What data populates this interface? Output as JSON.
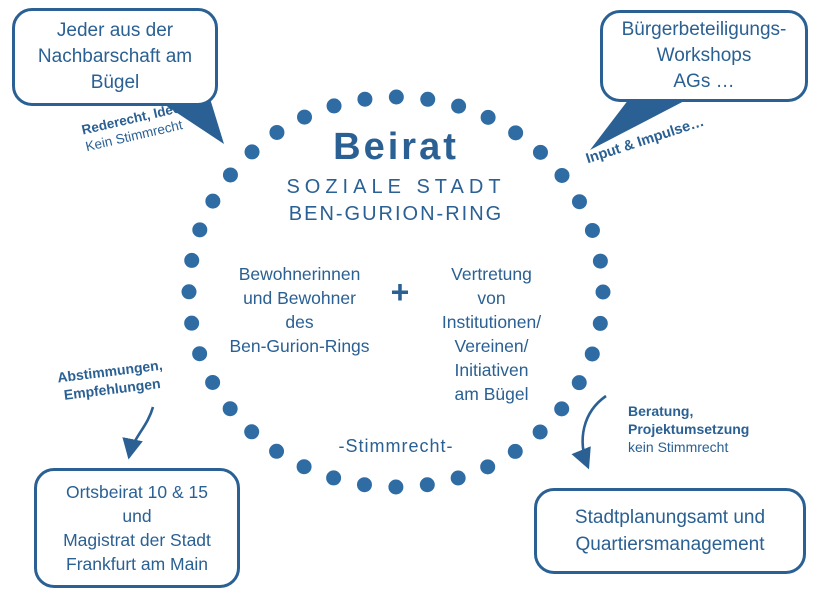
{
  "colors": {
    "accent": "#2a6093",
    "dot": "#2f6ca3"
  },
  "circle": {
    "title": "Beirat",
    "subtitle_line1": "SOZIALE STADT",
    "subtitle_line2": "BEN-GURION-RING",
    "left_member": "Bewohnerinnen\nund Bewohner\ndes\nBen-Gurion-Rings",
    "plus_sign": "+",
    "right_member": "Vertretung\nvon\nInstitutionen/\nVereinen/\nInitiativen\nam Bügel",
    "voting_note": "-Stimmrecht-"
  },
  "bubbles": {
    "top_left": {
      "text": "Jeder aus der\nNachbarschaft am\nBügel"
    },
    "top_right": {
      "text": "Bürgerbeteiligungs-\nWorkshops\nAGs …"
    },
    "bottom_left": {
      "text": "Ortsbeirat 10 & 15\nund\nMagistrat der Stadt\nFrankfurt am Main"
    },
    "bottom_right": {
      "text": "Stadtplanungsamt und\nQuartiersmanagement"
    }
  },
  "labels": {
    "top_left_bold": "Rederecht, Ideen",
    "top_left_normal": "Kein Stimmrecht",
    "top_right_bold": "Input & Impulse…",
    "bottom_left_bold": "Abstimmungen,\nEmpfehlungen",
    "bottom_right_bold": "Beratung,\nProjektumsetzung",
    "bottom_right_normal": "kein Stimmrecht"
  }
}
